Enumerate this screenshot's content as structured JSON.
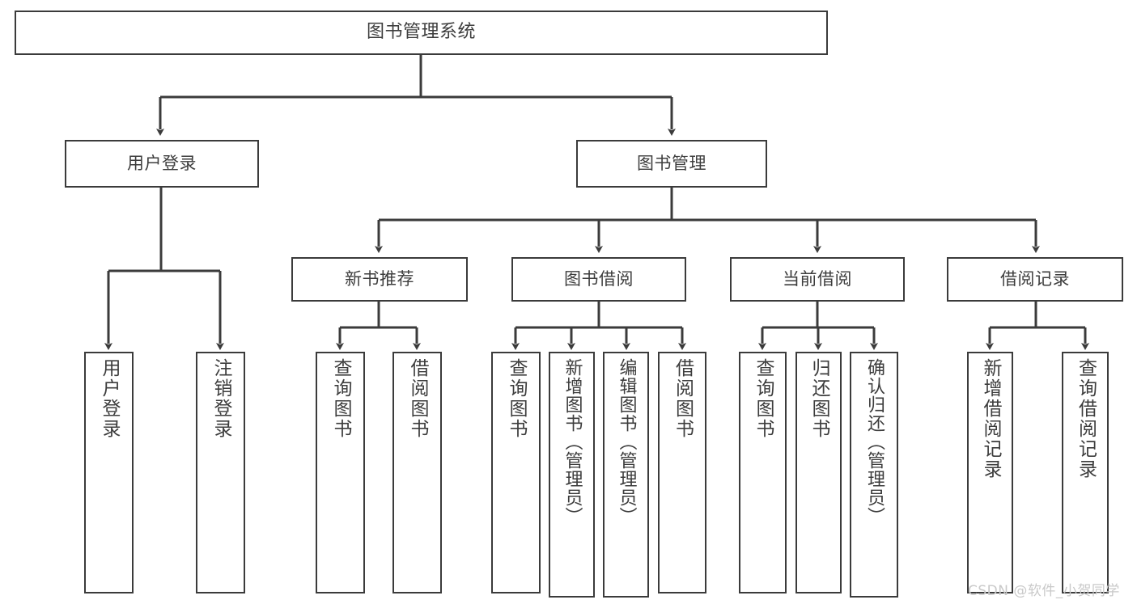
{
  "diagram": {
    "type": "tree-hierarchy",
    "title": "图书管理系统",
    "levels": 4,
    "colors": {
      "line": "#3b3b3b",
      "box_border": "#3b3b3b",
      "box_fill": "#ffffff",
      "text": "#3d3d3d",
      "watermark": "#c9c9c9",
      "background": "#ffffff"
    },
    "root": {
      "label": "图书管理系统"
    },
    "level2": [
      {
        "label": "用户登录"
      },
      {
        "label": "图书管理"
      }
    ],
    "level3": [
      {
        "label": "新书推荐"
      },
      {
        "label": "图书借阅"
      },
      {
        "label": "当前借阅"
      },
      {
        "label": "借阅记录"
      }
    ],
    "leaves": {
      "user_login": [
        {
          "label": "用户登录"
        },
        {
          "label": "注销登录"
        }
      ],
      "new_book_recommend": [
        {
          "label": "查询图书"
        },
        {
          "label": "借阅图书"
        }
      ],
      "book_borrow": [
        {
          "label": "查询图书"
        },
        {
          "label": "新增图书（管理员）"
        },
        {
          "label": "编辑图书（管理员）"
        },
        {
          "label": "借阅图书"
        }
      ],
      "current_borrow": [
        {
          "label": "查询图书"
        },
        {
          "label": "归还图书"
        },
        {
          "label": "确认归还（管理员）"
        }
      ],
      "borrow_record": [
        {
          "label": "新增借阅记录"
        },
        {
          "label": "查询借阅记录"
        }
      ]
    },
    "watermark": "CSDN @软件_小贺同学"
  }
}
